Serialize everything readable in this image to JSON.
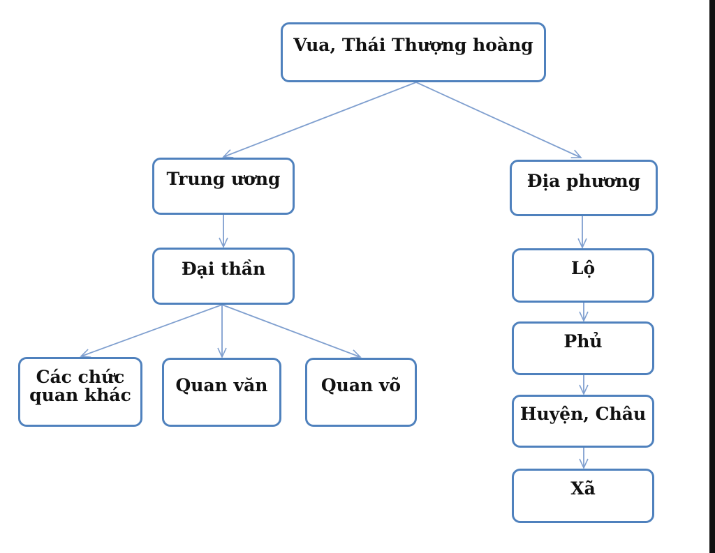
{
  "nodes": {
    "root": "Vua, Thái Thượng hoàng",
    "central": "Trung ương",
    "local": "Địa phương",
    "ministers": "Đại thần",
    "other_officials_line1": "Các chức",
    "other_officials_line2": "quan khác",
    "civil": "Quan văn",
    "military": "Quan võ",
    "lo": "Lộ",
    "phu": "Phủ",
    "huyen_chau": "Huyện, Châu",
    "xa": "Xã"
  },
  "colors": {
    "border": "#4f81bd",
    "connector": "#7f9fcf",
    "text": "#111111"
  }
}
